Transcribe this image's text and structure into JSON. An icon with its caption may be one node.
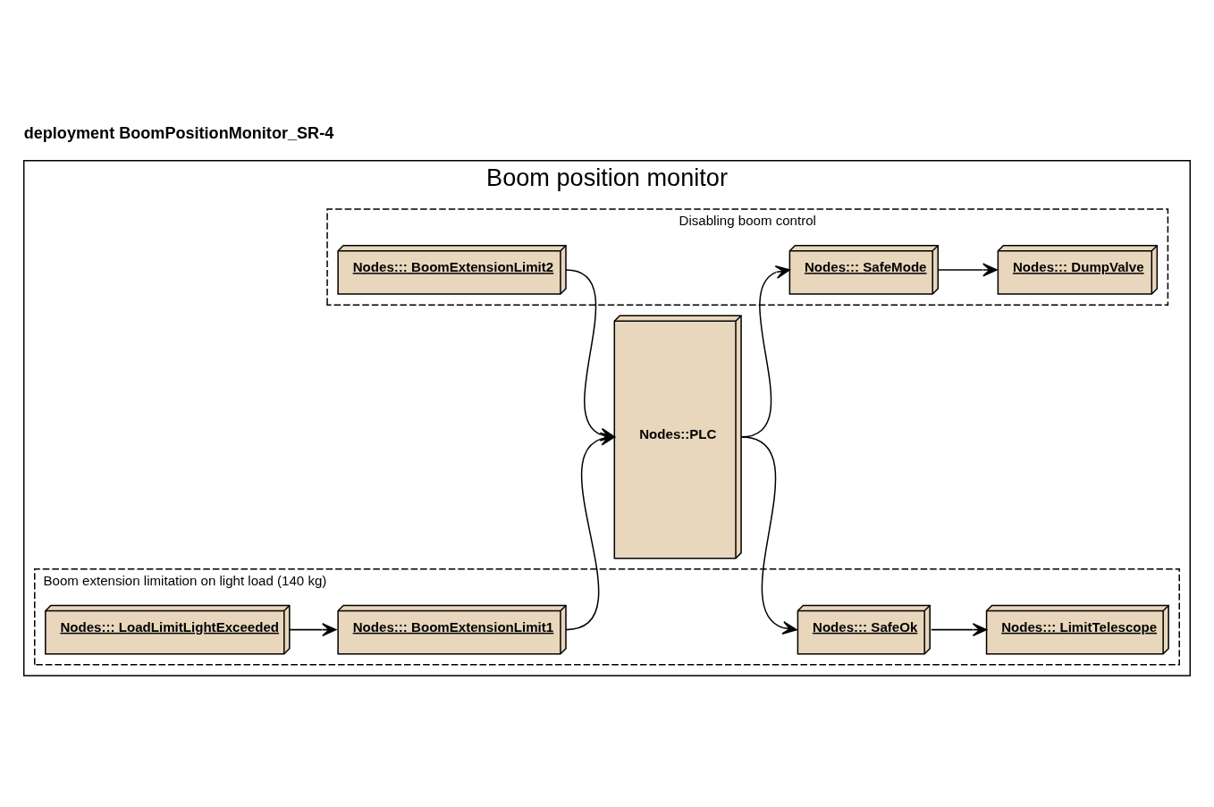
{
  "diagram": {
    "title": "deployment BoomPositionMonitor_SR-4",
    "nodes": [
      {
        "text": [
          "Boom position monitor"
        ]
      },
      {
        "text": [
          "Disabling boom control"
        ],
        "in": 0
      },
      {
        "text": [
          "Nodes::: BoomExtensionLimit2"
        ],
        "in": 1
      },
      {
        "text": [
          "Nodes::PLC"
        ],
        "in": 0
      },
      {
        "text": [
          "Nodes::: SafeMode"
        ],
        "in": 1
      },
      {
        "text": [
          "Nodes::: DumpValve"
        ],
        "in": 1
      },
      {
        "text": [
          "Boom extension limitation on light load (140 kg)"
        ],
        "in": 0
      },
      {
        "text": [
          "Nodes::: LoadLimitLightExceeded"
        ],
        "in": 6
      },
      {
        "text": [
          "Nodes::: BoomExtensionLimit1"
        ],
        "in": 6
      },
      {
        "text": [
          "Nodes::: SafeOk"
        ],
        "in": 6
      },
      {
        "text": [
          "Nodes::: LimitTelescope"
        ],
        "in": 6
      }
    ],
    "edges": [
      {
        "from": 2,
        "to": 3,
        "arrow": "to"
      },
      {
        "from": 3,
        "to": 4,
        "arrow": "to"
      },
      {
        "from": 4,
        "to": 5,
        "arrow": "to"
      },
      {
        "from": 7,
        "to": 8,
        "arrow": "to"
      },
      {
        "from": 8,
        "to": 3,
        "arrow": "to"
      },
      {
        "from": 3,
        "to": 9,
        "arrow": "to"
      },
      {
        "from": 9,
        "to": 10,
        "arrow": "to"
      }
    ]
  }
}
